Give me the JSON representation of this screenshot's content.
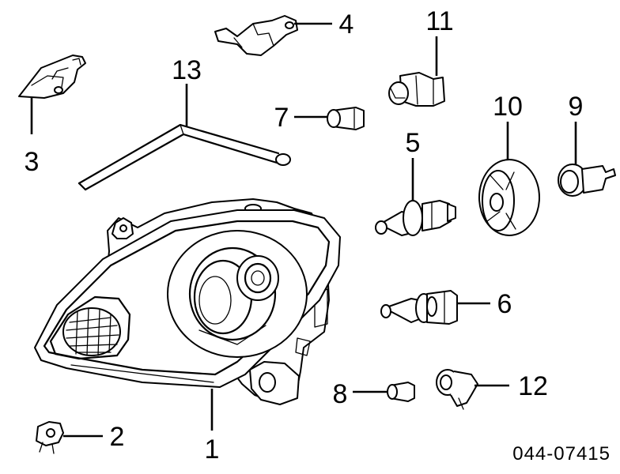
{
  "diagram": {
    "reference_code": "044-07415",
    "callouts": [
      {
        "id": "1",
        "label": "1"
      },
      {
        "id": "2",
        "label": "2"
      },
      {
        "id": "3",
        "label": "3"
      },
      {
        "id": "4",
        "label": "4"
      },
      {
        "id": "5",
        "label": "5"
      },
      {
        "id": "6",
        "label": "6"
      },
      {
        "id": "7",
        "label": "7"
      },
      {
        "id": "8",
        "label": "8"
      },
      {
        "id": "9",
        "label": "9"
      },
      {
        "id": "10",
        "label": "10"
      },
      {
        "id": "11",
        "label": "11"
      },
      {
        "id": "12",
        "label": "12"
      },
      {
        "id": "13",
        "label": "13"
      }
    ]
  }
}
